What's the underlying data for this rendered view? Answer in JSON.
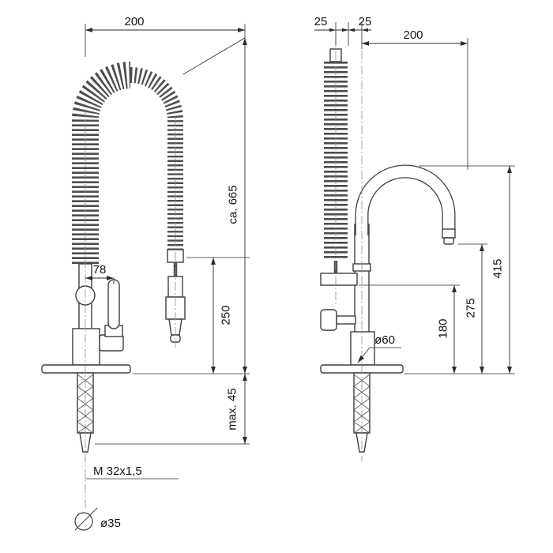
{
  "colors": {
    "line": "#3f3f3f",
    "dimension": "#2b2b2b",
    "text": "#141414",
    "coil": "#4d4d4d",
    "centerline": "#8f8f8f",
    "background": "#ffffff"
  },
  "front_view": {
    "dims": {
      "width_top": "200",
      "total_height": "ca. 665",
      "handle_offset": "78",
      "spray_height": "250",
      "max_counter_thickness": "max. 45",
      "thread": "M 32x1,5",
      "mounting_hole": "ø35"
    }
  },
  "side_view": {
    "dims": {
      "offset_a": "25",
      "offset_b": "25",
      "spout_reach": "200",
      "spout_height": "415",
      "outlet_height": "275",
      "holder_height": "180",
      "base_diameter": "ø60"
    }
  }
}
